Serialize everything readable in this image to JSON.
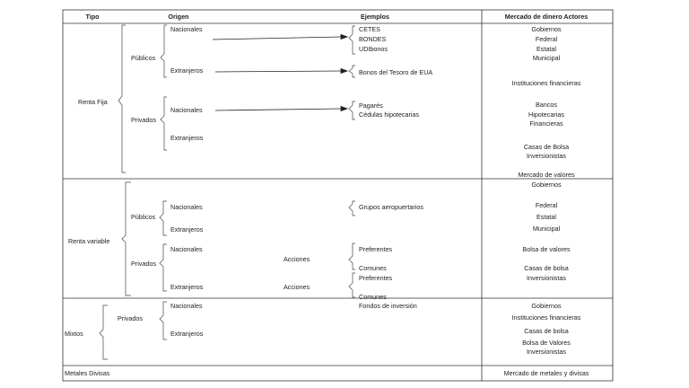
{
  "headers": {
    "tipo": "Tipo",
    "origen": "Origen",
    "ejemplos": "Ejemplos",
    "mercado": "Mercado de dinero Actores"
  },
  "renta_fija": {
    "tipo": "Renta Fija",
    "publicos": "Públicos",
    "privados": "Privados",
    "pub_nacionales": "Nacionales",
    "pub_extranjeros": "Extranjeros",
    "priv_nacionales": "Nacionales",
    "priv_extranjeros": "Extranjeros",
    "ejemplos_pub_nac": [
      "CETES",
      "BONDES",
      "UDIbonos"
    ],
    "ejemplo_pub_ext": "Bonos del Tesoro de EUA",
    "ejemplos_priv_nac": [
      "Pagarés",
      "Cédulas hipotecarias"
    ],
    "actores": [
      "Gobiernos",
      "Federal",
      "Estatal",
      "Municipal",
      "Instituciones financieras",
      "Bancos",
      "Hipotecarias",
      "Financieras",
      "Casas de Bolsa",
      "Inversionistas",
      "Mercado de valores"
    ]
  },
  "renta_variable": {
    "tipo": "Renta variable",
    "publicos": "Públicos",
    "privados": "Privados",
    "pub_nacionales": "Nacionales",
    "pub_extranjeros": "Extranjeros",
    "priv_nacionales": "Nacionales",
    "priv_extranjeros": "Extranjeros",
    "ejemplo_pub_nac": "Grupos aeropuertarios",
    "acciones_1": "Acciones",
    "acciones_2": "Acciones",
    "acciones_1_tipos": [
      "Preferentes",
      "Comunes"
    ],
    "acciones_2_tipos": [
      "Preferentes",
      "Comunes"
    ],
    "actores": [
      "Gobiernos",
      "Federal",
      "Estatal",
      "Municipal",
      "Bolsa de valores",
      "Casas de bolsa",
      "Inversionistas"
    ]
  },
  "mixtos": {
    "tipo": "Mixtos",
    "privados": "Privados",
    "nacionales": "Nacionales",
    "extranjeros": "Extranjeros",
    "ejemplo": "Fondos de inversión",
    "actores": [
      "Gobiernos",
      "Instituciones financieras",
      "Casas de bolsa",
      "Bolsa de Valores",
      "Inversionistas"
    ]
  },
  "metales": {
    "tipo": "Metales Divisas",
    "actor": "Mercado de metales y divisas"
  }
}
